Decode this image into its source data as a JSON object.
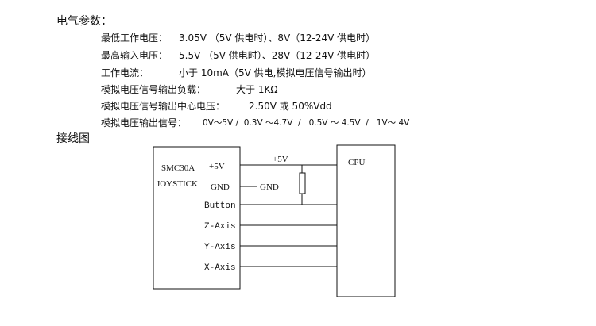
{
  "heading_params": "电气参数：",
  "params": [
    {
      "label": "最低工作电压：",
      "value": "3.05V （5V 供电时）、8V（12-24V 供电时）"
    },
    {
      "label": "最高输入电压：",
      "value": "5.5V （5V 供电时）、28V（12-24V 供电时）"
    },
    {
      "label": "工作电流：",
      "value": "小于 10mA（5V 供电,模拟电压信号输出时）"
    },
    {
      "label": "模拟电压信号输出负载：",
      "value": "大于 1KΩ"
    },
    {
      "label": "模拟电压信号输出中心电压：",
      "value": "2.50V 或 50%Vdd"
    },
    {
      "label": "模拟电压输出信号：",
      "value": "0V～5V /  0.3V ～4.7V  /   0.5V ～ 4.5V  /   1V～ 4V"
    }
  ],
  "heading_wiring": "接线图",
  "diagram": {
    "module_name": "SMC30A",
    "module_sub": "JOYSTICK",
    "pins": [
      "+5V",
      "GND",
      "Button",
      "Z-Axis",
      "Y-Axis",
      "X-Axis"
    ],
    "supply_label": "+5V",
    "gnd_label": "GND",
    "cpu_label": "CPU"
  }
}
